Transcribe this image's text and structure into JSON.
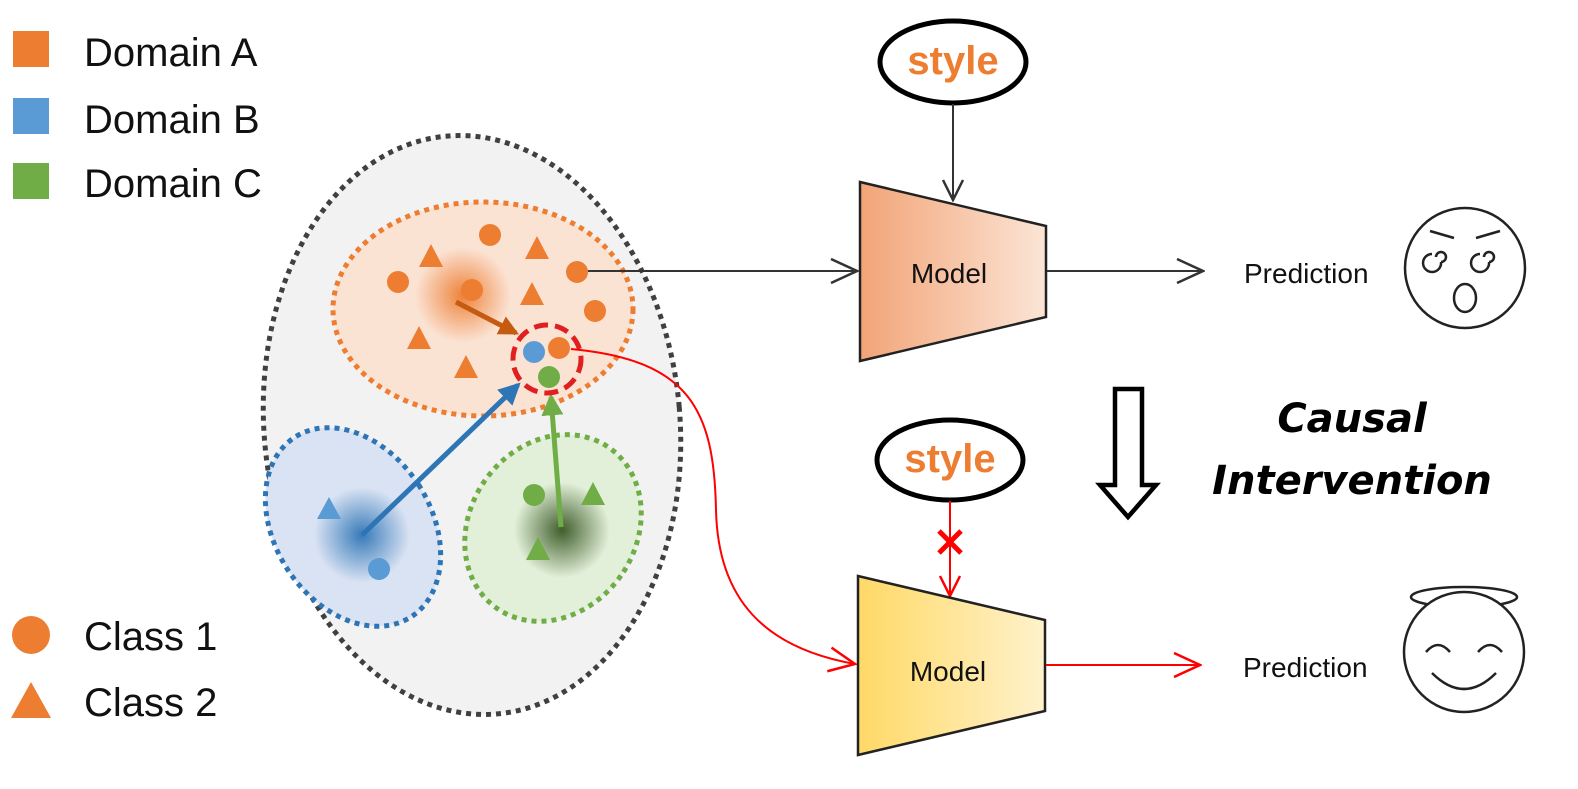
{
  "legend": {
    "domains": [
      {
        "label": "Domain A",
        "color": "#ED7D31"
      },
      {
        "label": "Domain B",
        "color": "#5B9BD5"
      },
      {
        "label": "Domain C",
        "color": "#70AD47"
      }
    ],
    "classes": [
      {
        "label": "Class 1",
        "shape": "circle"
      },
      {
        "label": "Class 2",
        "shape": "triangle"
      }
    ]
  },
  "top_branch": {
    "confounder_label": "style",
    "model_label": "Model",
    "output_label": "Prediction",
    "output_icon": "dizzy-face-icon"
  },
  "bottom_branch": {
    "confounder_label": "style",
    "model_label": "Model",
    "output_label": "Prediction",
    "output_icon": "angel-smiling-face-icon",
    "blocked_icon": "cross-mark-icon"
  },
  "intervention": {
    "line1": "Causal",
    "line2": "Intervention",
    "arrow_icon": "hollow-down-arrow-icon"
  },
  "colors": {
    "domain_a": "#ED7D31",
    "domain_b": "#5B9BD5",
    "domain_c": "#70AD47",
    "intervention_path": "#FF0000",
    "highlight_ring": "#E02020"
  }
}
